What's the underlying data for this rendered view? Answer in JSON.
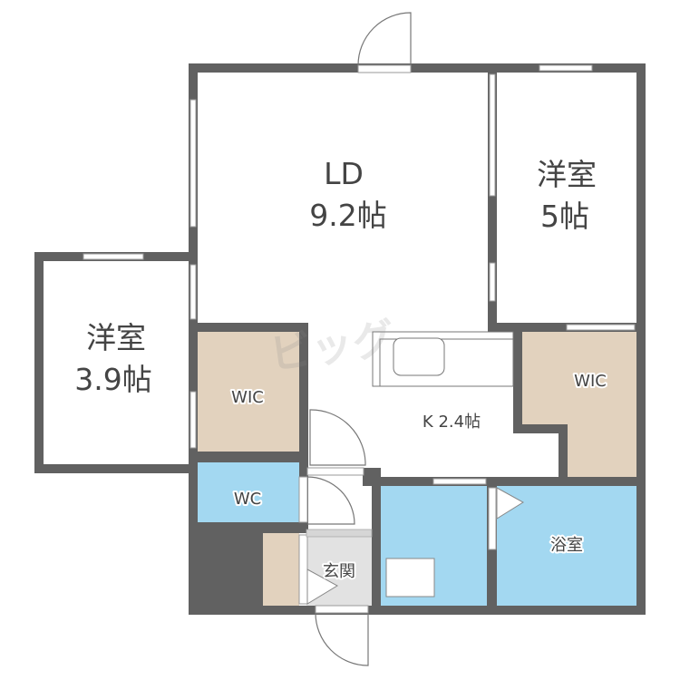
{
  "floorplan": {
    "colors": {
      "wall": "#616161",
      "room": "#ffffff",
      "closet": "#e2d2be",
      "water": "#a3d8f1",
      "entrance": "#e2e2e2",
      "text": "#444444"
    },
    "rooms": {
      "ld": {
        "name": "LD",
        "size": "9.2帖"
      },
      "western_5": {
        "name": "洋室",
        "size": "5帖"
      },
      "western_39": {
        "name": "洋室",
        "size": "3.9帖"
      },
      "kitchen": {
        "label": "K 2.4帖"
      },
      "wic_left": {
        "label": "WIC"
      },
      "wic_right": {
        "label": "WIC"
      },
      "wc": {
        "label": "WC"
      },
      "entrance": {
        "label": "玄関"
      },
      "bath": {
        "label": "浴室"
      }
    },
    "watermark": "ビッグ"
  }
}
